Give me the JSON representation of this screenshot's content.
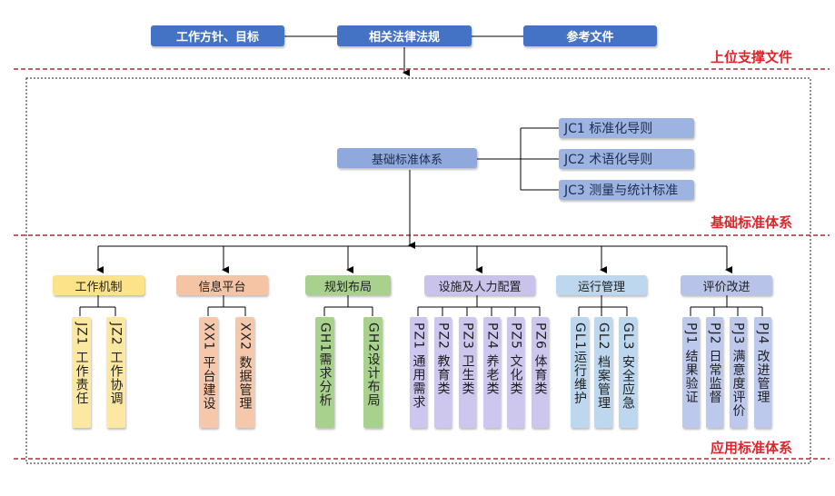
{
  "colors": {
    "top": "#4472c4",
    "base": "#8fa9dc",
    "jc": "#9db4e2",
    "dashed_red": "#c0262c",
    "label_red": "#e0242a"
  },
  "top_row": {
    "left": "工作方针、目标",
    "center": "相关法律法规",
    "right": "参考文件"
  },
  "section_labels": {
    "upper": "上位支撑文件",
    "base": "基础标准体系",
    "application": "应用标准体系"
  },
  "base": {
    "title": "基础标准体系",
    "items": [
      "JC1 标准化导则",
      "JC2 术语化导则",
      "JC3 测量与统计标准"
    ]
  },
  "categories": [
    {
      "title": "工作机制",
      "color": "#fce38a",
      "leaf_color": "#fce8a0",
      "items": [
        "JZ1 工作责任",
        "JZ2 工作协调"
      ]
    },
    {
      "title": "信息平台",
      "color": "#f5c4a4",
      "leaf_color": "#f5c8ac",
      "items": [
        "XX1 平台建设",
        "XX2 数据管理"
      ]
    },
    {
      "title": "规划布局",
      "color": "#a9d18e",
      "leaf_color": "#a9d18e",
      "items": [
        "GH1需求分析",
        "GH2设计布局"
      ]
    },
    {
      "title": "设施及人力配置",
      "color": "#c9c2ea",
      "leaf_color": "#cdc6ee",
      "items": [
        "PZ1 通用需求",
        "PZ2 教育类",
        "PZ3 卫生类",
        "PZ4 养老类",
        "PZ5 文化类",
        "PZ6 体育类"
      ]
    },
    {
      "title": "运行管理",
      "color": "#bcd7ee",
      "leaf_color": "#bcd7ee",
      "items": [
        "GL1运行维护",
        "GL2 档案管理",
        "GL3 安全应急"
      ]
    },
    {
      "title": "评价改进",
      "color": "#b7c3e8",
      "leaf_color": "#bcc8ec",
      "items": [
        "PJ1 结果验证",
        "PJ2 日常监督",
        "PJ3 满意度评价",
        "PJ4 改进管理"
      ]
    }
  ]
}
